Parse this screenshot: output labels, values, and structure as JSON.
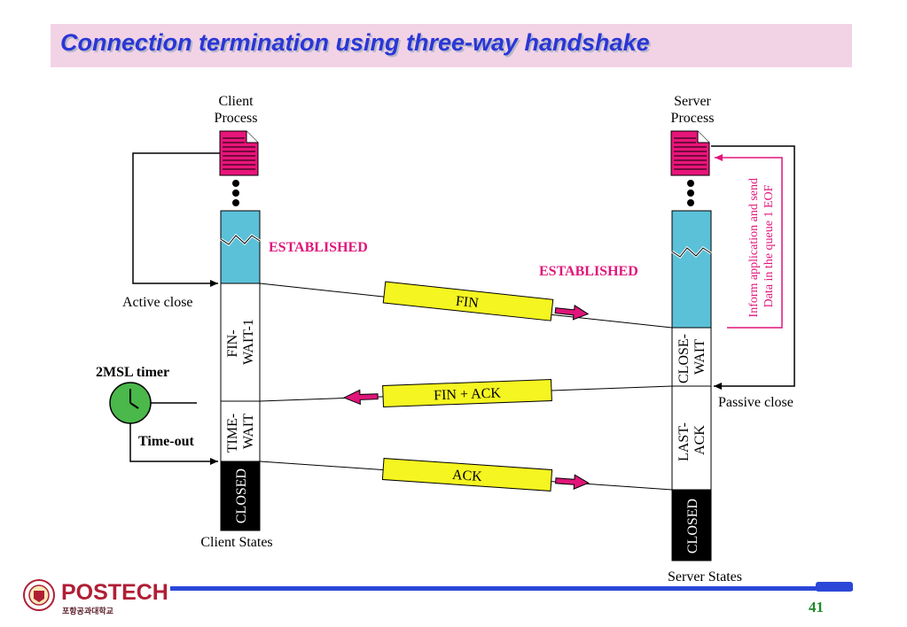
{
  "title": "Connection termination using three-way handshake",
  "client": {
    "process_label_1": "Client",
    "process_label_2": "Process",
    "states_label": "Client States",
    "state_established": "ESTABLISHED",
    "state_fin_wait_1": "FIN-",
    "state_fin_wait_2": "WAIT-1",
    "state_time_wait_1": "TIME-",
    "state_time_wait_2": "WAIT",
    "state_closed": "CLOSED",
    "active_close": "Active close",
    "timer_label": "2MSL timer",
    "timeout_label": "Time-out"
  },
  "server": {
    "process_label_1": "Server",
    "process_label_2": "Process",
    "states_label": "Server States",
    "state_established": "ESTABLISHED",
    "state_close_wait_1": "CLOSE-",
    "state_close_wait_2": "WAIT",
    "state_last_ack_1": "LAST-",
    "state_last_ack_2": "ACK",
    "state_closed": "CLOSED",
    "passive_close": "Passive close",
    "inform_1": "Inform application and  send",
    "inform_2": "Data in the queue 1 EOF"
  },
  "segments": {
    "fin": "FIN",
    "fin_ack": "FIN + ACK",
    "ack": "ACK"
  },
  "footer": {
    "logo": "POSTECH",
    "logo_sub": "포항공과대학교",
    "page": "41"
  },
  "colors": {
    "title_bg": "#f2d3e6",
    "title_text": "#2a36d6",
    "state_blue": "#5bc1d8",
    "magenta": "#e0157a",
    "segment_yellow": "#f5f521",
    "timer_green": "#4ab84a"
  }
}
